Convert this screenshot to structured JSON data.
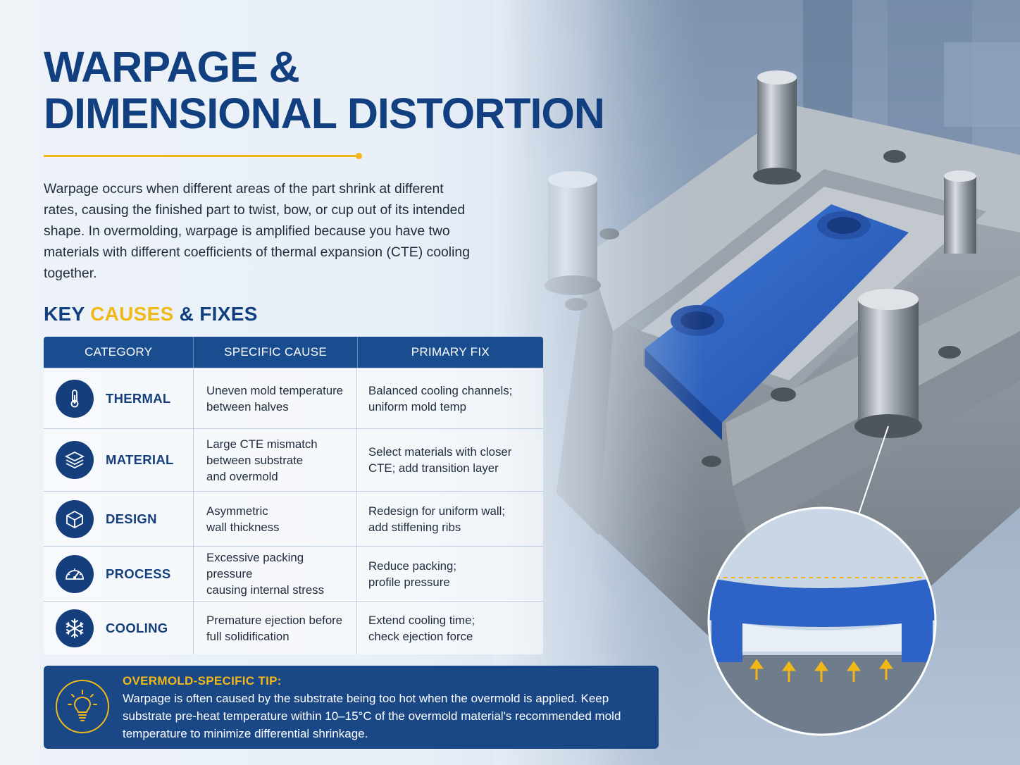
{
  "title": {
    "line1": "WARPAGE &",
    "line2": "DIMENSIONAL DISTORTION"
  },
  "intro": "Warpage occurs when different areas of the part shrink at different rates, causing the finished part to twist, bow, or cup out of its intended shape. In overmolding, warpage is amplified because you have two materials with different coefficients of thermal expansion (CTE) cooling together.",
  "section": {
    "prefix": "KEY",
    "accent": "CAUSES",
    "suffix": "& FIXES"
  },
  "table": {
    "headers": [
      "CATEGORY",
      "SPECIFIC CAUSE",
      "PRIMARY FIX"
    ],
    "rows": [
      {
        "category": "THERMAL",
        "icon": "thermometer-icon",
        "cause": "Uneven mold temperature\nbetween halves",
        "fix": "Balanced cooling channels;\nuniform mold temp"
      },
      {
        "category": "MATERIAL",
        "icon": "layers-icon",
        "cause": "Large CTE mismatch\nbetween substrate\nand overmold",
        "fix": "Select materials with closer\nCTE; add transition layer"
      },
      {
        "category": "DESIGN",
        "icon": "cube-icon",
        "cause": "Asymmetric\nwall thickness",
        "fix": "Redesign for uniform wall;\nadd stiffening ribs"
      },
      {
        "category": "PROCESS",
        "icon": "gauge-icon",
        "cause": "Excessive packing pressure\ncausing internal stress",
        "fix": "Reduce packing;\nprofile pressure"
      },
      {
        "category": "COOLING",
        "icon": "snowflake-icon",
        "cause": "Premature ejection before\nfull solidification",
        "fix": "Extend cooling time;\ncheck ejection force"
      }
    ]
  },
  "tip": {
    "heading": "OVERMOLD-SPECIFIC TIP:",
    "body": "Warpage is often caused by the substrate being too hot when the overmold is applied. Keep substrate pre-heat temperature within 10–15°C of the overmold material's recommended mold temperature to minimize differential shrinkage.",
    "icon": "lightbulb-icon"
  },
  "colors": {
    "navy": "#143f7c",
    "header_blue": "#1a4d8f",
    "accent_yellow": "#f2b818",
    "part_blue": "#2d63c7"
  }
}
